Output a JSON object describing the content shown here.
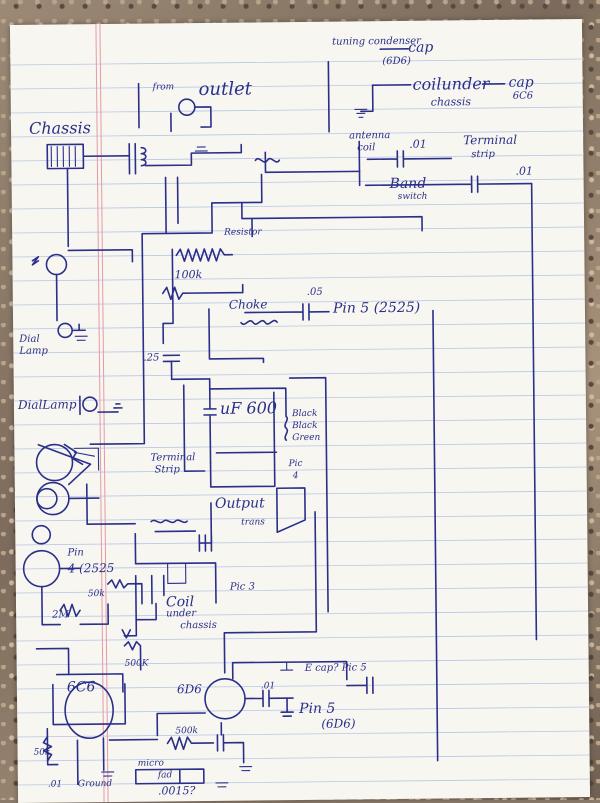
{
  "labels": {
    "tuning_condenser": "tuning condenser",
    "cap_6d6_top": "cap",
    "cap_6d6_top_sub": "(6D6)",
    "coil_under_chassis_top": "coilunder",
    "coil_under_chassis_top_2": "chassis",
    "cap_6c6": "cap",
    "cap_6c6_sub": "6C6",
    "from_outlet": "from",
    "outlet": "outlet",
    "chassis": "Chassis",
    "antenna_coil": "antenna",
    "antenna_coil_2": "coil",
    "cap_01_a": ".01",
    "terminal_strip_top": "Terminal",
    "terminal_strip_top_2": "strip",
    "band_switch": "Band",
    "band_switch_2": "switch",
    "cap_01_b": ".01",
    "resistor_top": "Resistor",
    "r_100k": "100k",
    "choke": "Choke",
    "cap_05": ".05",
    "pin5_2525": "Pin 5 (2525)",
    "dial_lamp_1": "Dial",
    "dial_lamp_1_2": "Lamp",
    "dial_lamp_2": "DialLamp",
    "cap_25": ".25",
    "cap_uf600": "uF 600",
    "black_black_green": "Black",
    "black_black_green_2": "Black",
    "black_black_green_3": "Green",
    "pic4": "Pic",
    "pic4_num": "4",
    "terminal_strip_mid": "Terminal",
    "terminal_strip_mid_2": "Strip",
    "output_trans": "Output",
    "output_trans_2": "trans",
    "pin4_2525": "Pin",
    "pin4_2525_2": "4 (2525",
    "r_50k_a": "50k",
    "coil_under_chassis_mid": "Coil",
    "coil_under_chassis_mid_2": "under",
    "coil_under_chassis_mid_3": "chassis",
    "pic3": "Pic 3",
    "r_2m": "2M",
    "r_500k_a": "500K",
    "tube_6c6": "6C6",
    "tube_6d6": "6D6",
    "ecap_pic5": "E cap? Pic 5",
    "cap_01_c": ".01",
    "pin5_6d6": "Pin 5",
    "pin5_6d6_sub": "(6D6)",
    "r_500k_b": "500k",
    "r_50k_b": "50k",
    "cap_01_d": ".01",
    "ground": "Ground",
    "micro_cap": "micro",
    "micro_cap_2": "fad",
    "cap_0015": ".0015?"
  }
}
